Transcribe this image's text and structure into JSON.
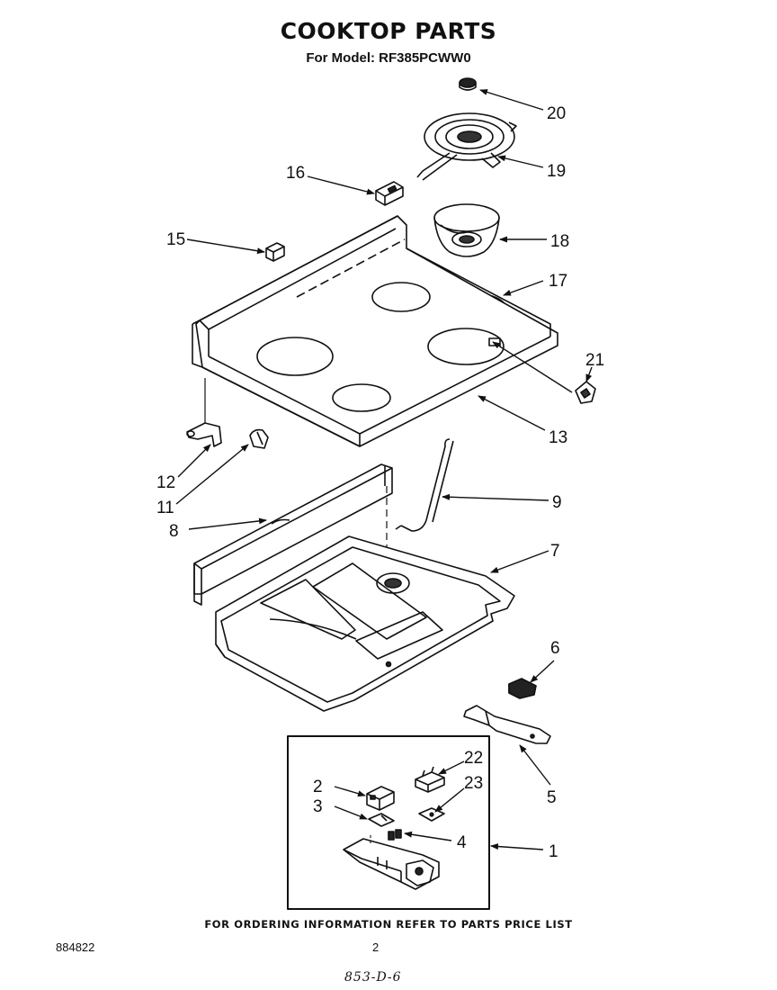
{
  "header": {
    "title": "COOKTOP PARTS",
    "subtitle": "For Model: RF385PCWW0"
  },
  "callouts": {
    "c1": "1",
    "c2": "2",
    "c3": "3",
    "c4": "4",
    "c5": "5",
    "c6": "6",
    "c7": "7",
    "c8": "8",
    "c9": "9",
    "c11": "11",
    "c12": "12",
    "c13": "13",
    "c15": "15",
    "c16": "16",
    "c17": "17",
    "c18": "18",
    "c19": "19",
    "c20": "20",
    "c21": "21",
    "c22": "22",
    "c23": "23"
  },
  "footer": {
    "ordering_note": "FOR ORDERING INFORMATION REFER TO PARTS PRICE LIST",
    "doc_number": "884822",
    "page_number": "2",
    "handwritten_code": "853-D-6"
  }
}
